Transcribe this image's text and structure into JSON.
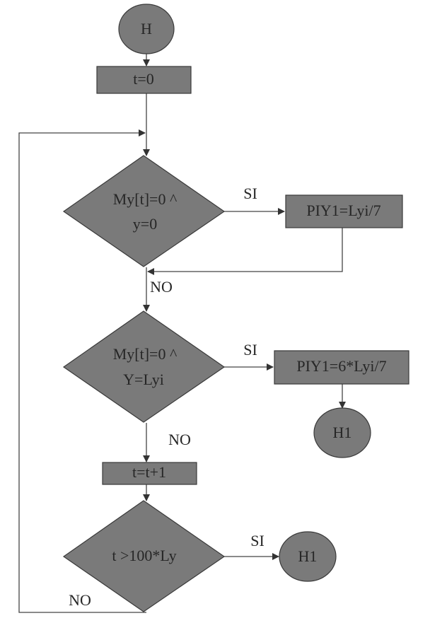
{
  "diagram": {
    "type": "flowchart",
    "colors": {
      "fill": "#7a7a7a",
      "stroke": "#3a3a3a",
      "text": "#262626",
      "background": "#ffffff"
    },
    "nodes": {
      "start": {
        "shape": "circle",
        "text": "H"
      },
      "init": {
        "shape": "rect",
        "text": "t=0"
      },
      "decision1": {
        "shape": "diamond",
        "line1": "My[t]=0 ^",
        "line2": "y=0"
      },
      "action1": {
        "shape": "rect",
        "text": "PIY1=Lyi/7"
      },
      "decision2": {
        "shape": "diamond",
        "line1": "My[t]=0 ^",
        "line2": "Y=Lyi"
      },
      "action2": {
        "shape": "rect",
        "text": "PIY1=6*Lyi/7"
      },
      "end1": {
        "shape": "circle",
        "text": "H1"
      },
      "increment": {
        "shape": "rect",
        "text": "t=t+1"
      },
      "decision3": {
        "shape": "diamond",
        "text": "t >100*Ly"
      },
      "end2": {
        "shape": "circle",
        "text": "H1"
      }
    },
    "edge_labels": {
      "d1_yes": "SI",
      "d1_no": "NO",
      "d2_yes": "SI",
      "d2_no": "NO",
      "d3_yes": "SI",
      "d3_no": "NO"
    }
  }
}
